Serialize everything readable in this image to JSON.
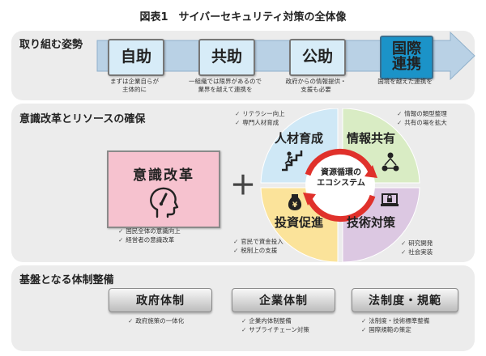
{
  "figure_title": "図表1　サイバーセキュリティ対策の全体像",
  "section1": {
    "heading": "取り組む姿勢",
    "steps": [
      {
        "label": "自助",
        "caption": [
          "まずは企業自らが",
          "主体的に"
        ]
      },
      {
        "label": "共助",
        "caption": [
          "一組織では限界があるので",
          "業界を越えて連携を"
        ]
      },
      {
        "label": "公助",
        "caption": [
          "政府からの情報提供・",
          "支援も必要"
        ]
      },
      {
        "label_lines": [
          "国際",
          "連携"
        ],
        "caption": [
          "国境を越えた連携を"
        ]
      }
    ]
  },
  "section2": {
    "heading": "意識改革とリソースの確保",
    "left_box": {
      "label": "意識改革",
      "bullets": [
        "国民全体の意識向上",
        "経営者の意識改革"
      ]
    },
    "plus": "＋",
    "center_lines": [
      "資源循環の",
      "エコシステム"
    ],
    "quadrants": [
      {
        "label": "人材育成",
        "bullets": [
          "リテラシー向上",
          "専門人材育成"
        ]
      },
      {
        "label": "情報共有",
        "bullets": [
          "情報の類型整理",
          "共有の場を拡大"
        ]
      },
      {
        "label": "投資促進",
        "bullets": [
          "官民で資金投入",
          "税制上の支援"
        ]
      },
      {
        "label": "技術対策",
        "bullets": [
          "研究開発",
          "社会実装"
        ]
      }
    ]
  },
  "section3": {
    "heading": "基盤となる体制整備",
    "items": [
      {
        "label": "政府体制",
        "bullets": [
          "政府施策の一体化"
        ]
      },
      {
        "label": "企業体制",
        "bullets": [
          "企業内体制整備",
          "サプライチェーン対策"
        ]
      },
      {
        "label": "法制度・規範",
        "bullets": [
          "法制度・技術標準整備",
          "国際規範の策定"
        ]
      }
    ]
  },
  "check_mark": "✓",
  "colors": {
    "panel": "#ececec",
    "step_box": "#d7ecf8",
    "step_box_accent": "#1b93c8",
    "arrow_band": "#b9d1e5",
    "left_box": "#f6c2cf",
    "q_top_left": "#cfe8f6",
    "q_top_right": "#d9ecc4",
    "q_bottom_left": "#fbe39a",
    "q_bottom_right": "#dcc8e2",
    "circle_red": "#e0312b"
  }
}
